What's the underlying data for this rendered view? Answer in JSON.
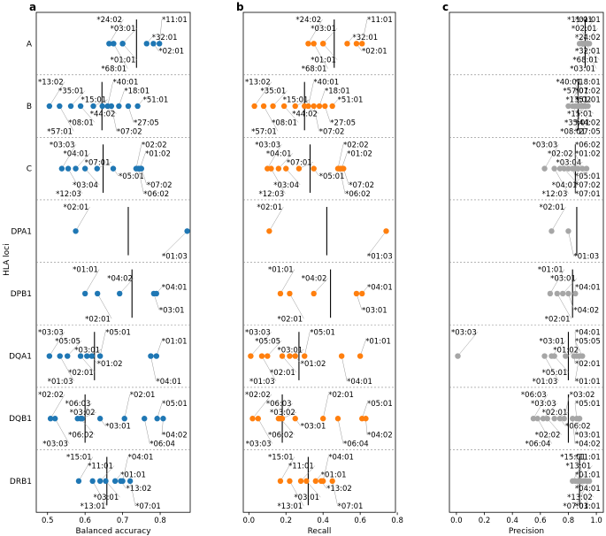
{
  "chart_data": [
    {
      "panel_label": "a",
      "type": "scatter",
      "xlabel": "Balanced accuracy",
      "ylabel": "HLA loci",
      "xticks": [
        0.5,
        0.6,
        0.7,
        0.8
      ],
      "xlim": [
        0.47,
        0.88
      ],
      "color": "#1f77b4",
      "rows": [
        {
          "locus": "A",
          "points": [
            {
              "label": "*24:02",
              "x": 0.664
            },
            {
              "label": "*68:01",
              "x": 0.676
            },
            {
              "label": "*03:01",
              "x": 0.7
            },
            {
              "label": "*01:01",
              "x": 0.7
            },
            {
              "label": "*32:01",
              "x": 0.764
            },
            {
              "label": "*02:01",
              "x": 0.782
            },
            {
              "label": "*11:01",
              "x": 0.798
            }
          ],
          "threshold": 0.737
        },
        {
          "locus": "B",
          "points": [
            {
              "label": "*13:02",
              "x": 0.505
            },
            {
              "label": "*57:01",
              "x": 0.532
            },
            {
              "label": "*35:01",
              "x": 0.562
            },
            {
              "label": "*08:01",
              "x": 0.588
            },
            {
              "label": "*15:01",
              "x": 0.622
            },
            {
              "label": "*44:02",
              "x": 0.646
            },
            {
              "label": "*40:01",
              "x": 0.66
            },
            {
              "label": "*07:02",
              "x": 0.67
            },
            {
              "label": "*18:01",
              "x": 0.69
            },
            {
              "label": "*27:05",
              "x": 0.715
            },
            {
              "label": "*51:01",
              "x": 0.74
            }
          ],
          "threshold": 0.645
        },
        {
          "locus": "C",
          "points": [
            {
              "label": "*03:03",
              "x": 0.538
            },
            {
              "label": "*12:03",
              "x": 0.555
            },
            {
              "label": "*04:01",
              "x": 0.575
            },
            {
              "label": "*03:04",
              "x": 0.6
            },
            {
              "label": "*07:01",
              "x": 0.632
            },
            {
              "label": "*05:01",
              "x": 0.675
            },
            {
              "label": "*02:02",
              "x": 0.736
            },
            {
              "label": "*06:02",
              "x": 0.742
            },
            {
              "label": "*01:02",
              "x": 0.746
            },
            {
              "label": "*07:02",
              "x": 0.75
            }
          ],
          "threshold": 0.648
        },
        {
          "locus": "DPA1",
          "points": [
            {
              "label": "*02:01",
              "x": 0.575
            },
            {
              "label": "*01:03",
              "x": 0.872
            }
          ],
          "threshold": 0.715
        },
        {
          "locus": "DPB1",
          "points": [
            {
              "label": "*01:01",
              "x": 0.6
            },
            {
              "label": "*02:01",
              "x": 0.633
            },
            {
              "label": "*04:02",
              "x": 0.692
            },
            {
              "label": "*03:01",
              "x": 0.783
            },
            {
              "label": "*04:01",
              "x": 0.79
            }
          ],
          "threshold": 0.725
        },
        {
          "locus": "DQA1",
          "points": [
            {
              "label": "*03:03",
              "x": 0.505
            },
            {
              "label": "*01:03",
              "x": 0.533
            },
            {
              "label": "*05:05",
              "x": 0.553
            },
            {
              "label": "*02:01",
              "x": 0.588
            },
            {
              "label": "*03:01",
              "x": 0.605
            },
            {
              "label": "*01:02",
              "x": 0.618
            },
            {
              "label": "*05:01",
              "x": 0.64
            },
            {
              "label": "*04:01",
              "x": 0.775
            },
            {
              "label": "*01:01",
              "x": 0.79
            }
          ],
          "threshold": 0.625
        },
        {
          "locus": "DQB1",
          "points": [
            {
              "label": "*02:02",
              "x": 0.508
            },
            {
              "label": "*03:03",
              "x": 0.52
            },
            {
              "label": "*06:03",
              "x": 0.58
            },
            {
              "label": "*06:02",
              "x": 0.588
            },
            {
              "label": "*03:02",
              "x": 0.592
            },
            {
              "label": "*03:01",
              "x": 0.64
            },
            {
              "label": "*02:01",
              "x": 0.705
            },
            {
              "label": "*06:04",
              "x": 0.758
            },
            {
              "label": "*05:01",
              "x": 0.792
            },
            {
              "label": "*04:02",
              "x": 0.808
            }
          ],
          "threshold": 0.6
        },
        {
          "locus": "DRB1",
          "points": [
            {
              "label": "*15:01",
              "x": 0.583
            },
            {
              "label": "*13:01",
              "x": 0.62
            },
            {
              "label": "*11:01",
              "x": 0.64
            },
            {
              "label": "*03:01",
              "x": 0.655
            },
            {
              "label": "*01:01",
              "x": 0.68
            },
            {
              "label": "*13:02",
              "x": 0.695
            },
            {
              "label": "*04:01",
              "x": 0.7
            },
            {
              "label": "*07:01",
              "x": 0.72
            }
          ],
          "threshold": 0.658
        }
      ]
    },
    {
      "panel_label": "b",
      "type": "scatter",
      "xlabel": "Recall",
      "xticks": [
        0.0,
        0.2,
        0.4,
        0.6,
        0.8
      ],
      "xlim": [
        -0.03,
        0.79
      ],
      "color": "#ff7f0e",
      "rows": [
        {
          "locus": "A",
          "points": [
            {
              "label": "*24:02",
              "x": 0.32
            },
            {
              "label": "*68:01",
              "x": 0.35
            },
            {
              "label": "*03:01",
              "x": 0.4
            },
            {
              "label": "*01:01",
              "x": 0.4
            },
            {
              "label": "*32:01",
              "x": 0.53
            },
            {
              "label": "*02:01",
              "x": 0.58
            },
            {
              "label": "*11:01",
              "x": 0.61
            }
          ],
          "threshold": 0.46
        },
        {
          "locus": "B",
          "points": [
            {
              "label": "*13:02",
              "x": 0.03
            },
            {
              "label": "*57:01",
              "x": 0.08
            },
            {
              "label": "*35:01",
              "x": 0.13
            },
            {
              "label": "*08:01",
              "x": 0.19
            },
            {
              "label": "*15:01",
              "x": 0.25
            },
            {
              "label": "*44:02",
              "x": 0.3
            },
            {
              "label": "*40:01",
              "x": 0.32
            },
            {
              "label": "*07:02",
              "x": 0.35
            },
            {
              "label": "*18:01",
              "x": 0.38
            },
            {
              "label": "*27:05",
              "x": 0.41
            },
            {
              "label": "*51:01",
              "x": 0.45
            }
          ],
          "threshold": 0.3
        },
        {
          "locus": "C",
          "points": [
            {
              "label": "*03:03",
              "x": 0.1
            },
            {
              "label": "*12:03",
              "x": 0.12
            },
            {
              "label": "*04:01",
              "x": 0.16
            },
            {
              "label": "*03:04",
              "x": 0.2
            },
            {
              "label": "*07:01",
              "x": 0.27
            },
            {
              "label": "*05:01",
              "x": 0.35
            },
            {
              "label": "*02:02",
              "x": 0.48
            },
            {
              "label": "*06:02",
              "x": 0.49
            },
            {
              "label": "*01:02",
              "x": 0.5
            },
            {
              "label": "*07:02",
              "x": 0.51
            }
          ],
          "threshold": 0.33
        },
        {
          "locus": "DPA1",
          "points": [
            {
              "label": "*02:01",
              "x": 0.11
            },
            {
              "label": "*01:03",
              "x": 0.74
            }
          ],
          "threshold": 0.42
        },
        {
          "locus": "DPB1",
          "points": [
            {
              "label": "*01:01",
              "x": 0.17
            },
            {
              "label": "*02:01",
              "x": 0.22
            },
            {
              "label": "*04:02",
              "x": 0.35
            },
            {
              "label": "*03:01",
              "x": 0.58
            },
            {
              "label": "*04:01",
              "x": 0.61
            }
          ],
          "threshold": 0.44
        },
        {
          "locus": "DQA1",
          "points": [
            {
              "label": "*03:03",
              "x": 0.01
            },
            {
              "label": "*01:03",
              "x": 0.07
            },
            {
              "label": "*05:05",
              "x": 0.1
            },
            {
              "label": "*02:01",
              "x": 0.18
            },
            {
              "label": "*03:01",
              "x": 0.22
            },
            {
              "label": "*01:02",
              "x": 0.25
            },
            {
              "label": "*05:01",
              "x": 0.3
            },
            {
              "label": "*04:01",
              "x": 0.5
            },
            {
              "label": "*01:01",
              "x": 0.6
            }
          ],
          "threshold": 0.27
        },
        {
          "locus": "DQB1",
          "points": [
            {
              "label": "*02:02",
              "x": 0.02
            },
            {
              "label": "*03:03",
              "x": 0.05
            },
            {
              "label": "*06:03",
              "x": 0.16
            },
            {
              "label": "*06:02",
              "x": 0.17
            },
            {
              "label": "*03:02",
              "x": 0.18
            },
            {
              "label": "*03:01",
              "x": 0.25
            },
            {
              "label": "*02:01",
              "x": 0.4
            },
            {
              "label": "*06:04",
              "x": 0.48
            },
            {
              "label": "*05:01",
              "x": 0.61
            },
            {
              "label": "*04:02",
              "x": 0.63
            }
          ],
          "threshold": 0.18
        },
        {
          "locus": "DRB1",
          "points": [
            {
              "label": "*15:01",
              "x": 0.17
            },
            {
              "label": "*13:01",
              "x": 0.22
            },
            {
              "label": "*11:01",
              "x": 0.28
            },
            {
              "label": "*03:01",
              "x": 0.31
            },
            {
              "label": "*01:01",
              "x": 0.36
            },
            {
              "label": "*13:02",
              "x": 0.39
            },
            {
              "label": "*04:01",
              "x": 0.4
            },
            {
              "label": "*07:01",
              "x": 0.45
            }
          ],
          "threshold": 0.32
        }
      ]
    },
    {
      "panel_label": "c",
      "type": "scatter",
      "xlabel": "Precision",
      "xticks": [
        0.0,
        0.2,
        0.4,
        0.6,
        0.8,
        1.0
      ],
      "xlim": [
        -0.05,
        1.05
      ],
      "color": "#a6a6a6",
      "rows": [
        {
          "locus": "A",
          "points": [
            {
              "label": "*11:01",
              "x": 0.88
            },
            {
              "label": "*03:01",
              "x": 0.9
            },
            {
              "label": "*02:01",
              "x": 0.91
            },
            {
              "label": "*68:01",
              "x": 0.92
            },
            {
              "label": "*24:02",
              "x": 0.93
            },
            {
              "label": "*32:01",
              "x": 0.94
            },
            {
              "label": "*01:01",
              "x": 0.95
            }
          ],
          "threshold": 0.92
        },
        {
          "locus": "B",
          "points": [
            {
              "label": "*40:01",
              "x": 0.8
            },
            {
              "label": "*08:01",
              "x": 0.83
            },
            {
              "label": "*57:01",
              "x": 0.85
            },
            {
              "label": "*35:01",
              "x": 0.86
            },
            {
              "label": "*13:02",
              "x": 0.87
            },
            {
              "label": "*15:01",
              "x": 0.88
            },
            {
              "label": "*18:01",
              "x": 0.89
            },
            {
              "label": "*27:05",
              "x": 0.9
            },
            {
              "label": "*07:02",
              "x": 0.91
            },
            {
              "label": "*44:02",
              "x": 0.92
            },
            {
              "label": "*51:01",
              "x": 0.94
            }
          ],
          "threshold": 0.87
        },
        {
          "locus": "C",
          "points": [
            {
              "label": "*03:03",
              "x": 0.63
            },
            {
              "label": "*12:03",
              "x": 0.7
            },
            {
              "label": "*02:02",
              "x": 0.74
            },
            {
              "label": "*04:01",
              "x": 0.77
            },
            {
              "label": "*03:04",
              "x": 0.8
            },
            {
              "label": "*05:01",
              "x": 0.83
            },
            {
              "label": "*06:02",
              "x": 0.85
            },
            {
              "label": "*07:01",
              "x": 0.87
            },
            {
              "label": "*01:02",
              "x": 0.9
            },
            {
              "label": "*07:02",
              "x": 0.93
            }
          ],
          "threshold": 0.85
        },
        {
          "locus": "DPA1",
          "points": [
            {
              "label": "*01:03",
              "x": 0.8
            },
            {
              "label": "*02:01",
              "x": 0.68
            }
          ],
          "threshold": 0.86
        },
        {
          "locus": "DPB1",
          "points": [
            {
              "label": "*01:01",
              "x": 0.67
            },
            {
              "label": "*02:01",
              "x": 0.72
            },
            {
              "label": "*03:01",
              "x": 0.76
            },
            {
              "label": "*04:02",
              "x": 0.8
            },
            {
              "label": "*04:01",
              "x": 0.85
            }
          ],
          "threshold": 0.83
        },
        {
          "locus": "DQA1",
          "points": [
            {
              "label": "*03:03",
              "x": 0.01
            },
            {
              "label": "*01:03",
              "x": 0.63
            },
            {
              "label": "*03:01",
              "x": 0.68
            },
            {
              "label": "*05:01",
              "x": 0.7
            },
            {
              "label": "*01:02",
              "x": 0.78
            },
            {
              "label": "*02:01",
              "x": 0.84
            },
            {
              "label": "*04:01",
              "x": 0.86
            },
            {
              "label": "*01:01",
              "x": 0.88
            },
            {
              "label": "*05:05",
              "x": 0.9
            }
          ],
          "threshold": 0.8
        },
        {
          "locus": "DQB1",
          "points": [
            {
              "label": "*06:03",
              "x": 0.55
            },
            {
              "label": "*06:04",
              "x": 0.58
            },
            {
              "label": "*03:03",
              "x": 0.62
            },
            {
              "label": "*02:02",
              "x": 0.65
            },
            {
              "label": "*02:01",
              "x": 0.7
            },
            {
              "label": "*06:02",
              "x": 0.74
            },
            {
              "label": "*03:02",
              "x": 0.77
            },
            {
              "label": "*04:02",
              "x": 0.83
            },
            {
              "label": "*05:01",
              "x": 0.86
            },
            {
              "label": "*03:01",
              "x": 0.88
            }
          ],
          "threshold": 0.8
        },
        {
          "locus": "DRB1",
          "points": [
            {
              "label": "*15:01",
              "x": 0.83
            },
            {
              "label": "*07:01",
              "x": 0.85
            },
            {
              "label": "*13:01",
              "x": 0.87
            },
            {
              "label": "*13:02",
              "x": 0.88
            },
            {
              "label": "*01:01",
              "x": 0.89
            },
            {
              "label": "*04:01",
              "x": 0.91
            },
            {
              "label": "*11:01",
              "x": 0.93
            },
            {
              "label": "*03:01",
              "x": 0.95
            }
          ],
          "threshold": 0.88
        }
      ]
    }
  ]
}
